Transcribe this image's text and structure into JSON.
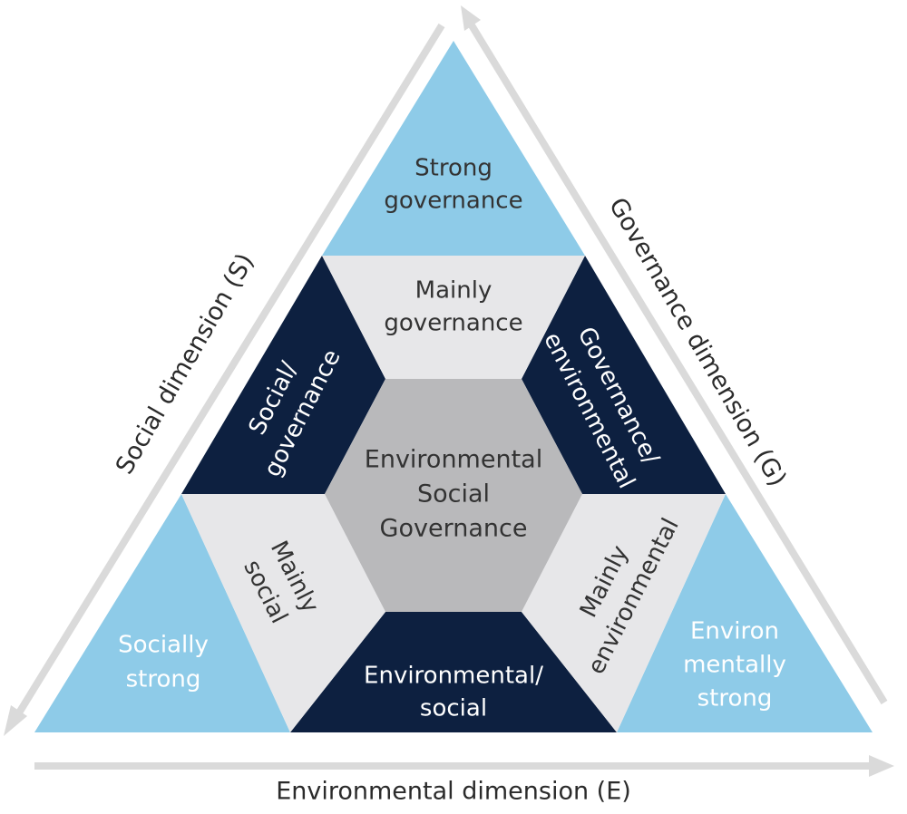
{
  "colors": {
    "light_blue": "#8ecbe8",
    "navy": "#0d2040",
    "light_gray": "#e7e7e9",
    "mid_gray": "#b9b9bb",
    "axis_gray": "#dadada",
    "text_white": "#ffffff",
    "text_dark": "#2b2b2b",
    "text_center": "#333333"
  },
  "regions": {
    "top_corner": {
      "line1": "Strong",
      "line2": "governance"
    },
    "left_corner": {
      "line1": "Socially",
      "line2": "strong"
    },
    "right_corner": {
      "line1": "Environ",
      "line2": "mentally",
      "line3": "strong"
    },
    "top_trap": {
      "line1": "Mainly",
      "line2": "governance"
    },
    "left_trap": {
      "line1": "Mainly",
      "line2": "social"
    },
    "right_trap": {
      "line1": "Mainly",
      "line2": "environmental"
    },
    "upper_left_para": {
      "line1": "Social/",
      "line2": "governance"
    },
    "upper_right_para": {
      "line1": "Governance/",
      "line2": "environmental"
    },
    "bottom_para": {
      "line1": "Environmental/",
      "line2": "social"
    },
    "center": {
      "line1": "Environmental",
      "line2": "Social",
      "line3": "Governance"
    }
  },
  "axes": {
    "social": "Social dimension (S)",
    "governance": "Governance dimension (G)",
    "environmental": "Environmental dimension (E)"
  }
}
